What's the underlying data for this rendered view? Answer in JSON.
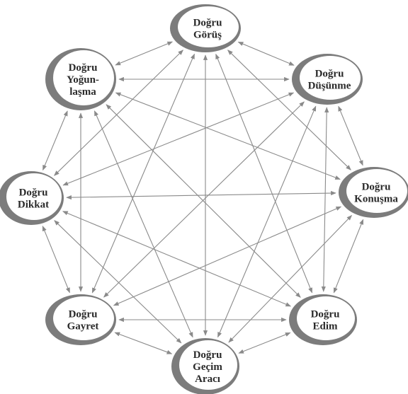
{
  "diagram": {
    "nodes": [
      {
        "id": "gorus",
        "lines": [
          "Doğru",
          "Görüş"
        ]
      },
      {
        "id": "dusunme",
        "lines": [
          "Doğru",
          "Düşünme"
        ]
      },
      {
        "id": "konusma",
        "lines": [
          "Doğru",
          "Konuşma"
        ]
      },
      {
        "id": "edim",
        "lines": [
          "Doğru",
          "Edim"
        ]
      },
      {
        "id": "gecim",
        "lines": [
          "Doğru",
          "Geçim",
          "Aracı"
        ]
      },
      {
        "id": "gayret",
        "lines": [
          "Doğru",
          "Gayret"
        ]
      },
      {
        "id": "dikkat",
        "lines": [
          "Doğru",
          "Dikkat"
        ]
      },
      {
        "id": "yogunlasma",
        "lines": [
          "Doğru",
          "Yoğun-",
          "laşma"
        ]
      }
    ],
    "edges": "all-pairs-bidirectional",
    "colors": {
      "arrow": "#8a8a8a",
      "ring": "#7c7c7c",
      "text": "#2a2a2a"
    }
  }
}
